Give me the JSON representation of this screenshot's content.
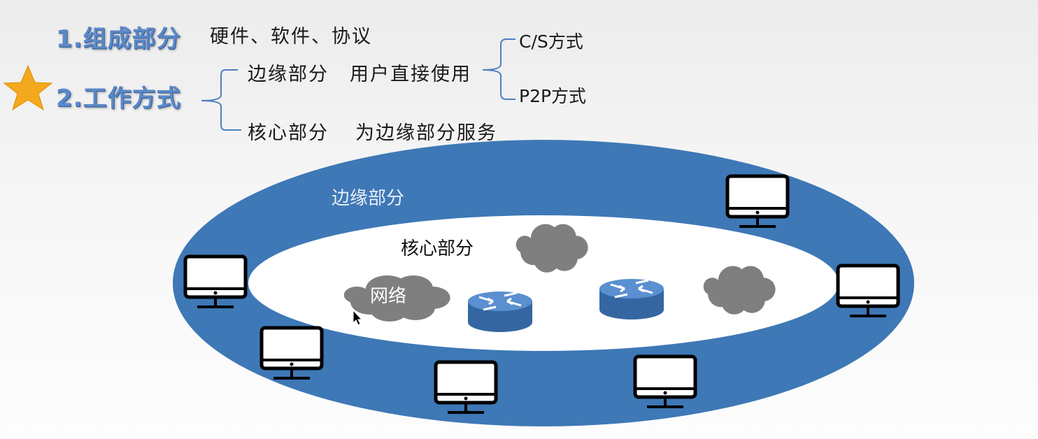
{
  "slide": {
    "item1": {
      "heading": "1.组成部分",
      "detail": "硬件、软件、协议"
    },
    "item2": {
      "heading": "2.工作方式",
      "edge": {
        "label": "边缘部分",
        "desc": "用户直接使用"
      },
      "edge_modes": [
        "C/S方式",
        "P2P方式"
      ],
      "core": {
        "label": "核心部分",
        "desc": "为边缘部分服务"
      }
    }
  },
  "diagram": {
    "outer_label": "边缘部分",
    "inner_label": "核心部分",
    "cloud_label": "网络",
    "colors": {
      "ring": "#3e78b6",
      "inner": "#ffffff",
      "cloud": "#7f7f7f",
      "router": "#3e78b6",
      "star": "#f4a81d"
    },
    "icons": [
      "computer-icon",
      "router-icon",
      "cloud-icon",
      "star-icon",
      "mouse-cursor-icon"
    ]
  }
}
